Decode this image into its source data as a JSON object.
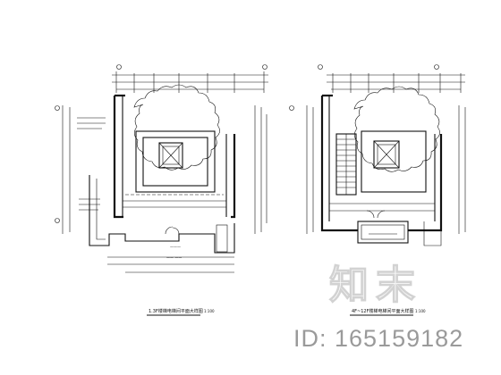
{
  "plans": {
    "left_caption": "1.3F楼梯电梯间平面大样图",
    "left_scale": "1:100",
    "right_caption": "4F~12F楼梯电梯间平面大样图",
    "right_scale": "1:100"
  },
  "watermark": {
    "logo": "知末",
    "id_text": "ID: 165159182"
  }
}
